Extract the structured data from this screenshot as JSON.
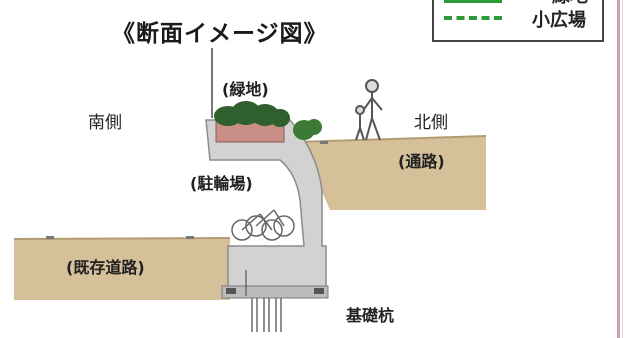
{
  "title": "《断面イメージ図》",
  "legend": {
    "item1": "緑地",
    "item2": "小広場"
  },
  "labels": {
    "south": "南側",
    "north": "北側",
    "green": "(緑地)",
    "bike": "(駐輪場)",
    "road_north": "(通路)",
    "road_south": "(既存道路)",
    "pile": "基礎杭"
  },
  "colors": {
    "soil": "#d6c09a",
    "soil_dark": "#bda57a",
    "concrete": "#cfcfcf",
    "concrete_edge": "#8c8c8c",
    "planter": "#c98f86",
    "legend_line": "#2e9a3a"
  }
}
